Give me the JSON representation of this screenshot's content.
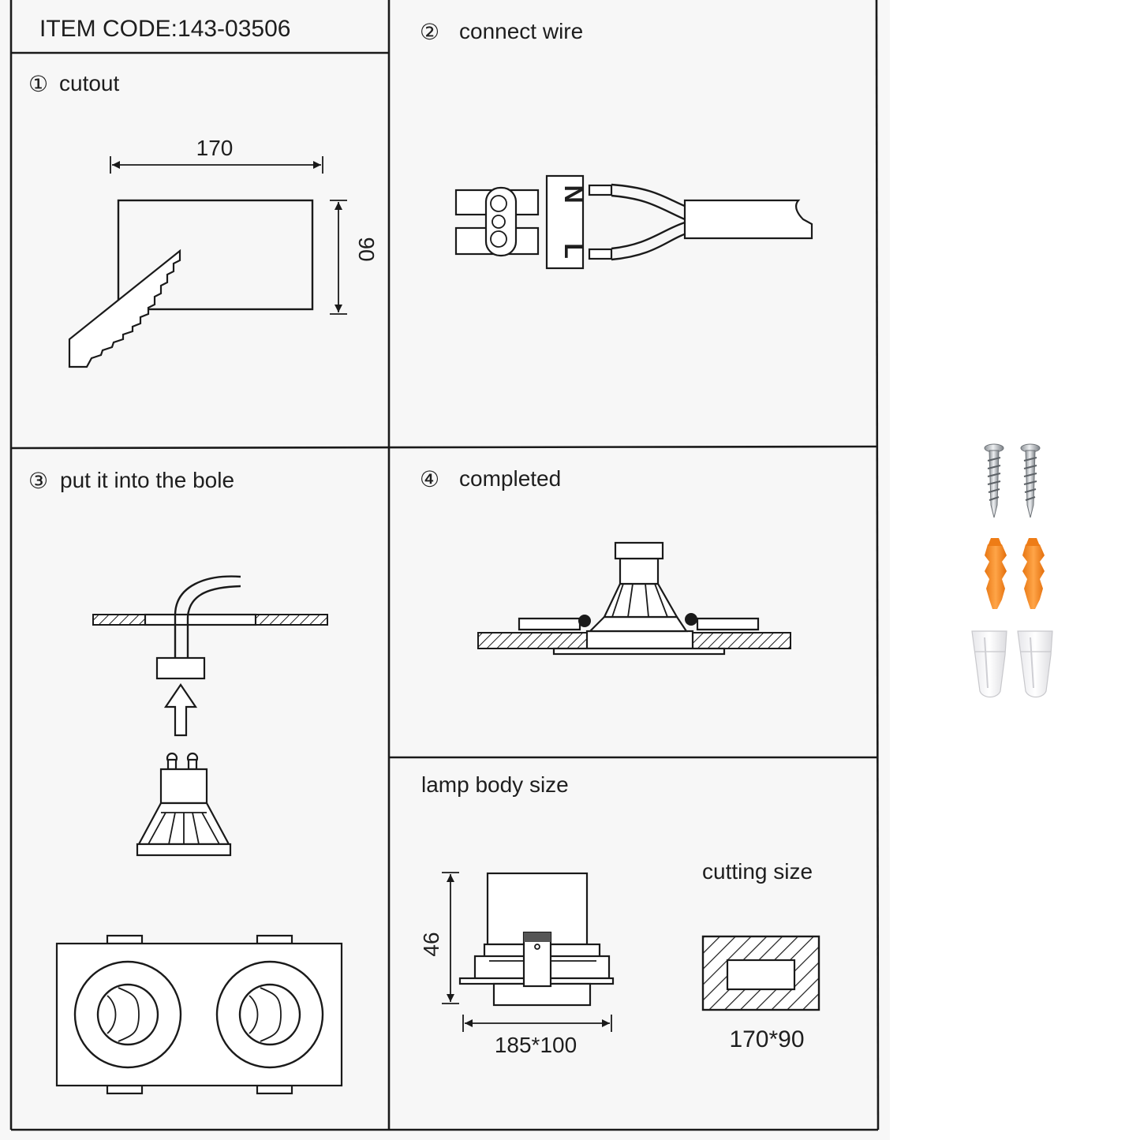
{
  "header": {
    "item_code": "ITEM CODE:143-03506"
  },
  "steps": [
    {
      "number": "①",
      "label": "cutout"
    },
    {
      "number": "②",
      "label": "connect wire"
    },
    {
      "number": "③",
      "label": "put it into the bole"
    },
    {
      "number": "④",
      "label": "completed"
    }
  ],
  "cutout": {
    "width_label": "170",
    "height_label": "90"
  },
  "connector": {
    "neutral_label": "N",
    "live_label": "L"
  },
  "lamp_body": {
    "title": "lamp body size",
    "height_label": "46",
    "size_label": "185*100",
    "cutting_title": "cutting size",
    "cutting_label": "170*90"
  },
  "accessories": {
    "screws": 2,
    "wall_plugs": 2,
    "wire_connectors": 2,
    "plug_color": "#F58A1F"
  }
}
